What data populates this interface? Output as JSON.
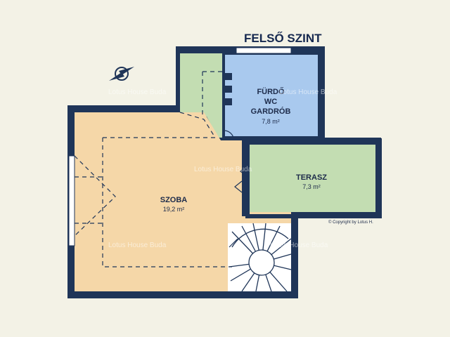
{
  "floor_title": "FELSŐ SZINT",
  "rooms": {
    "bath": {
      "lines": [
        "FÜRDŐ",
        "WC",
        "GARDRÓB"
      ],
      "area": "7,8 m²"
    },
    "terrace": {
      "name": "TERASZ",
      "area": "7,3 m²"
    },
    "room": {
      "name": "SZOBA",
      "area": "19,2 m²"
    }
  },
  "watermark": "Lotus House Buda",
  "copyright": "© Copyright by Lotus H.",
  "colors": {
    "wall": "#1f3558",
    "room_fill": "#f5d7a8",
    "bath_fill": "#a9c9ee",
    "green_fill": "#c3ddb2",
    "background": "#f3f2e6"
  },
  "icons": [
    "compass-icon"
  ]
}
